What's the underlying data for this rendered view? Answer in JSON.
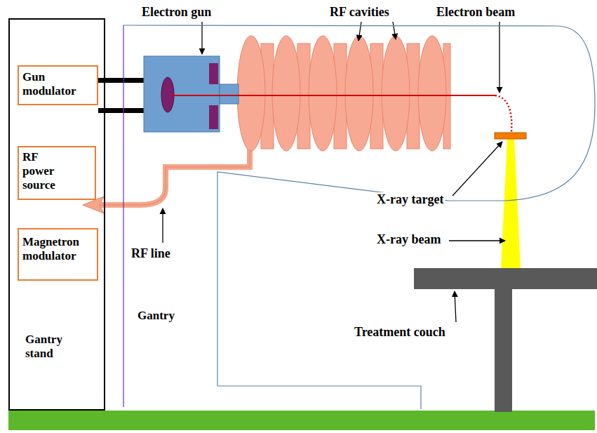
{
  "diagram": {
    "nodes": [
      {
        "text": [
          "Gantry stand"
        ]
      },
      {
        "text": [
          "Gun modulator"
        ],
        "in": 0
      },
      {
        "text": [
          "RF power source"
        ],
        "in": 0
      },
      {
        "text": [
          "Magnetron modulator"
        ],
        "in": 0
      },
      {
        "text": [
          "Gantry"
        ]
      }
    ],
    "labels": [
      "Electron gun",
      "RF cavities",
      "Electron beam",
      "RF line",
      "X-ray target",
      "X-ray beam",
      "Treatment couch"
    ]
  }
}
